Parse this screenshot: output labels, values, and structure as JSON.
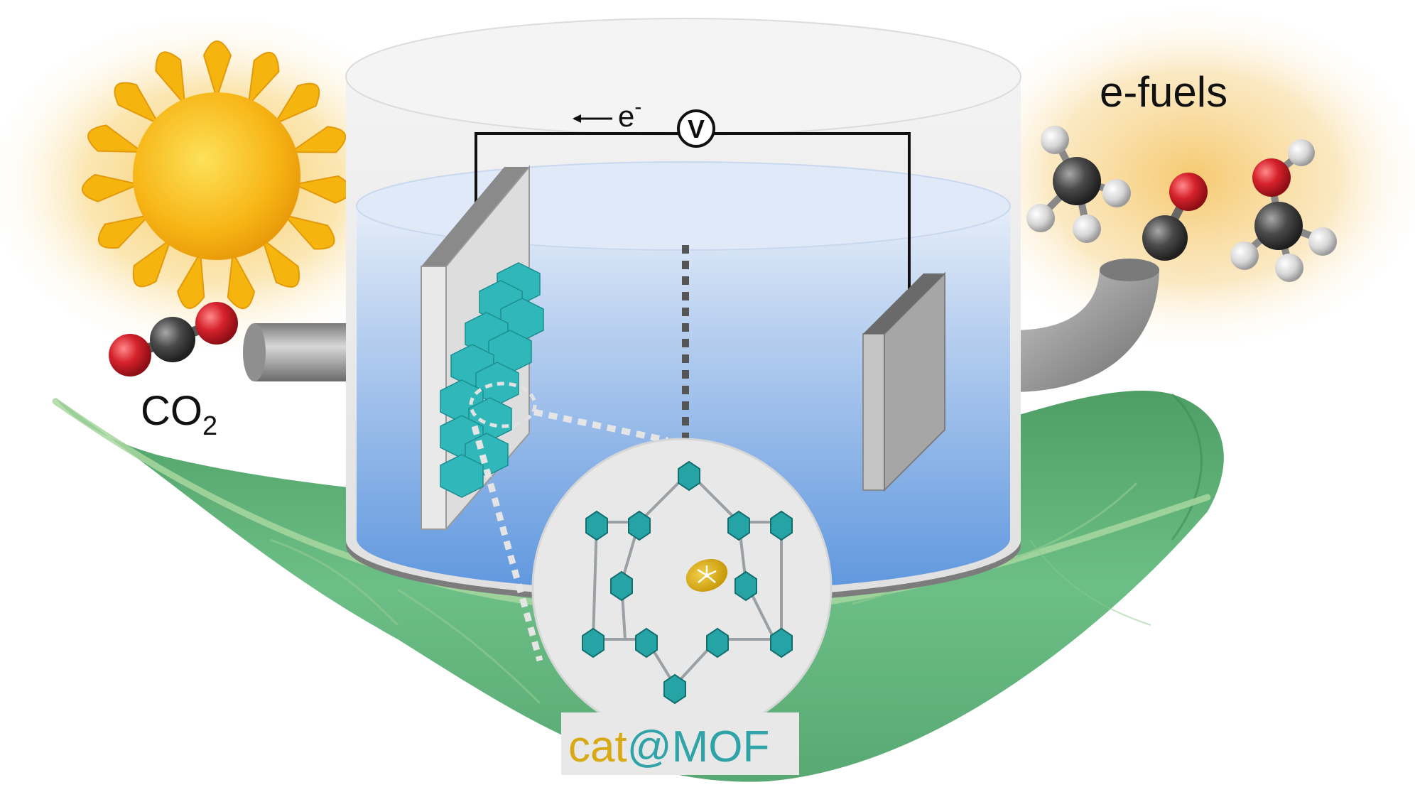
{
  "labels": {
    "electron": "e",
    "electron_charge": "-",
    "voltmeter": "V",
    "co2_main": "CO",
    "co2_sub": "2",
    "product": "e-fuels",
    "material_cat": "cat",
    "material_mof": "@MOF"
  },
  "colors": {
    "sun": "#f6b40e",
    "leaf": "#5fb57a",
    "electrolyte": "#6a9de0",
    "mof_teal": "#2fb7b9",
    "catalyst_gold": "#d8a912",
    "oxygen_red": "#d01f2a",
    "carbon_gray": "#3a3a3a",
    "glow": "#f7c65a"
  },
  "icons": [
    "sun-icon",
    "leaf-icon",
    "co2-molecule-icon",
    "methane-molecule-icon",
    "co-molecule-icon",
    "methanol-molecule-icon",
    "voltmeter-icon",
    "electrode-icon",
    "mof-structure-icon"
  ]
}
